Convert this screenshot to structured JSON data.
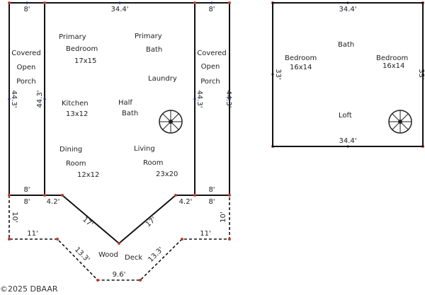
{
  "first_floor": {
    "dims": {
      "top_left_porch": "8'",
      "top_main": "34.4'",
      "top_right_porch": "8'",
      "porch_left_outer": "44.3'",
      "porch_left_inner": "44.3'",
      "porch_right_inner": "44.3'",
      "porch_right_outer": "44.3'",
      "bottom_left_porch_in": "8'",
      "bottom_left_porch_out": "8'",
      "bottom_right_porch_in": "8'",
      "bottom_right_porch_out": "8'",
      "left_offset": "4.2'",
      "right_offset": "4.2'"
    },
    "rooms": {
      "left_porch": [
        "Covered",
        "Open",
        "Porch"
      ],
      "right_porch": [
        "Covered",
        "Open",
        "Porch"
      ],
      "primary_bedroom": [
        "Primary",
        "Bedroom",
        "17x15"
      ],
      "primary_bath": [
        "Primary",
        "Bath"
      ],
      "laundry": "Laundry",
      "kitchen": [
        "Kitchen",
        "13x12"
      ],
      "half_bath": [
        "Half",
        "Bath"
      ],
      "dining": [
        "Dining",
        "Room",
        "12x12"
      ],
      "living": [
        "Living",
        "Room",
        "23x20"
      ]
    }
  },
  "deck": {
    "label": [
      "Wood",
      "Deck"
    ],
    "dims": {
      "left_side": "10'",
      "right_side": "10'",
      "left_top": "11'",
      "right_top": "11'",
      "left_diag": "13.3'",
      "right_diag": "13.3'",
      "bottom": "9.6'",
      "v_left": "17'",
      "v_right": "17'"
    }
  },
  "second_floor": {
    "dims": {
      "top": "34.4'",
      "bottom": "34.4'",
      "left": "33'",
      "right": "33'"
    },
    "rooms": {
      "bedroom_left": [
        "Bedroom",
        "16x14"
      ],
      "bath": "Bath",
      "bedroom_right": [
        "Bedroom",
        "16x14"
      ],
      "loft": "Loft"
    }
  },
  "copyright": "©2025 DBAAR"
}
